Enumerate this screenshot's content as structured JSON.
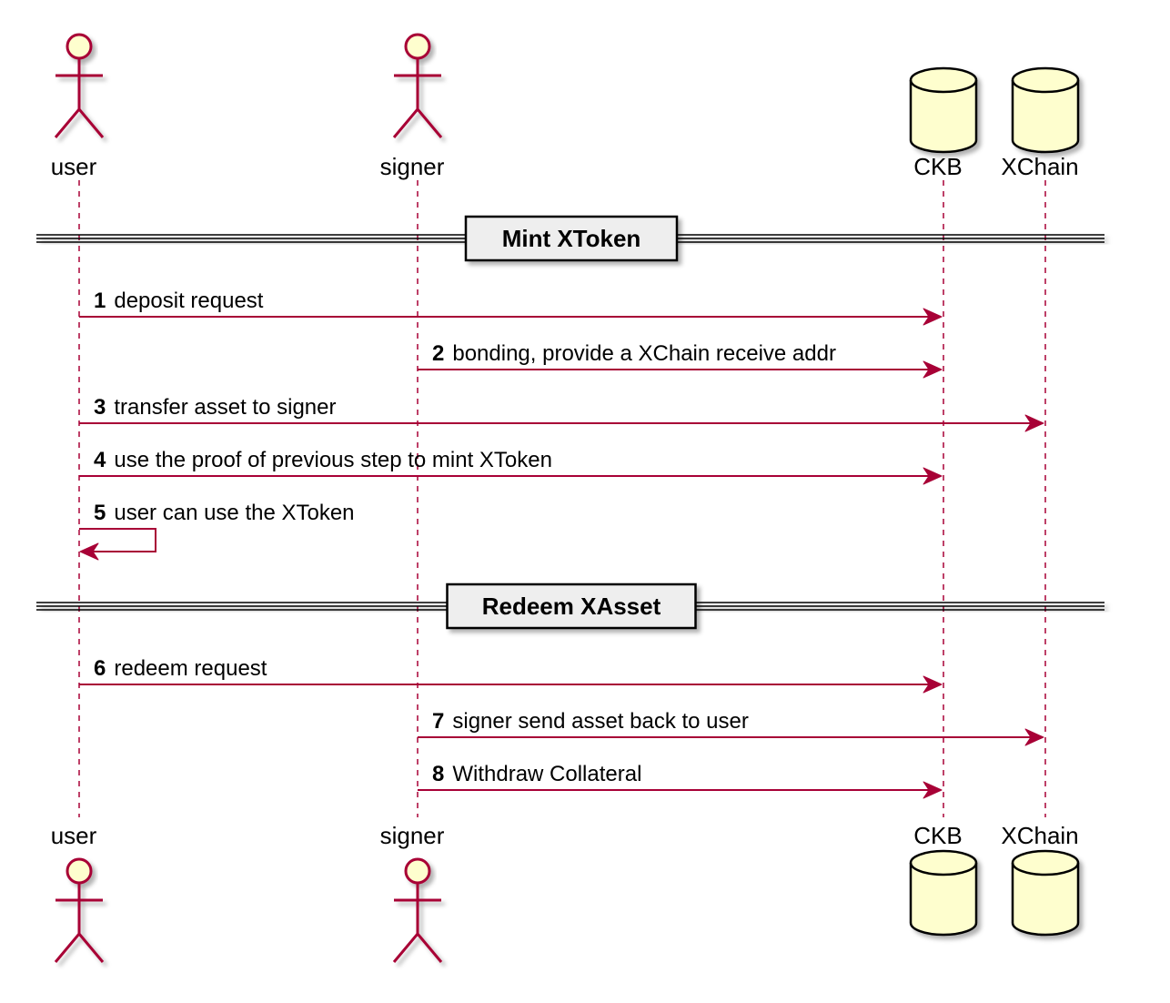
{
  "colors": {
    "line": "#A80036",
    "fill": "#FEFECE",
    "divider_box_fill": "#EEEEEE",
    "text": "#000000"
  },
  "participants": [
    {
      "id": "user",
      "label": "user",
      "kind": "actor"
    },
    {
      "id": "signer",
      "label": "signer",
      "kind": "actor"
    },
    {
      "id": "ckb",
      "label": "CKB",
      "kind": "database"
    },
    {
      "id": "xchain",
      "label": "XChain",
      "kind": "database"
    }
  ],
  "dividers": [
    {
      "label": "Mint XToken"
    },
    {
      "label": "Redeem XAsset"
    }
  ],
  "messages": [
    {
      "num": "1",
      "text": "deposit request",
      "from": "user",
      "to": "ckb"
    },
    {
      "num": "2",
      "text": "bonding, provide a XChain receive addr",
      "from": "signer",
      "to": "ckb"
    },
    {
      "num": "3",
      "text": "transfer asset to signer",
      "from": "user",
      "to": "xchain"
    },
    {
      "num": "4",
      "text": "use the proof of previous step to mint XToken",
      "from": "user",
      "to": "ckb"
    },
    {
      "num": "5",
      "text": "user can use the XToken",
      "from": "user",
      "to": "user"
    },
    {
      "num": "6",
      "text": "redeem request",
      "from": "user",
      "to": "ckb"
    },
    {
      "num": "7",
      "text": "signer send asset back to user",
      "from": "signer",
      "to": "xchain"
    },
    {
      "num": "8",
      "text": "Withdraw Collateral",
      "from": "signer",
      "to": "ckb"
    }
  ]
}
